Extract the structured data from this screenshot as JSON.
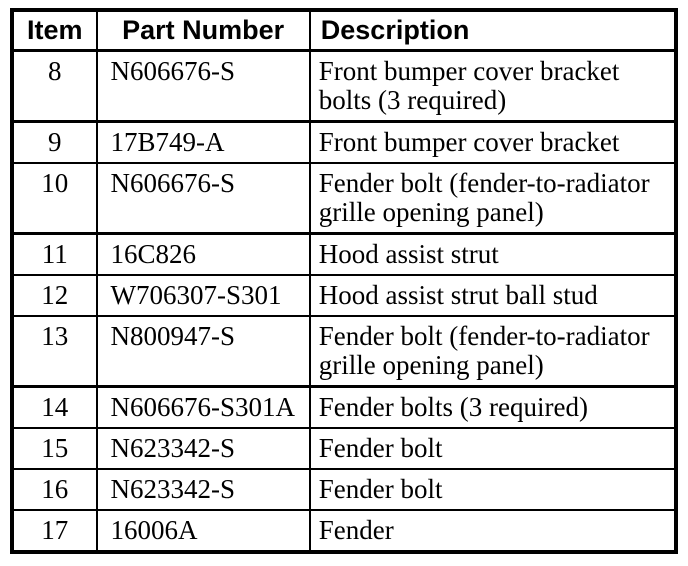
{
  "table": {
    "columns": [
      {
        "key": "item",
        "label": "Item"
      },
      {
        "key": "part_number",
        "label": "Part Number"
      },
      {
        "key": "description",
        "label": "Description"
      }
    ],
    "rows": [
      {
        "item": "8",
        "part_number": "N606676-S",
        "description": "Front bumper cover bracket bolts (3 required)"
      },
      {
        "item": "9",
        "part_number": "17B749-A",
        "description": "Front bumper cover bracket"
      },
      {
        "item": "10",
        "part_number": "N606676-S",
        "description": "Fender bolt (fender-to-radiator grille opening panel)"
      },
      {
        "item": "11",
        "part_number": "16C826",
        "description": "Hood assist strut"
      },
      {
        "item": "12",
        "part_number": "W706307-S301",
        "description": "Hood assist strut ball stud"
      },
      {
        "item": "13",
        "part_number": "N800947-S",
        "description": "Fender bolt (fender-to-radiator grille opening panel)"
      },
      {
        "item": "14",
        "part_number": "N606676-S301A",
        "description": "Fender bolts (3 required)"
      },
      {
        "item": "15",
        "part_number": "N623342-S",
        "description": "Fender bolt"
      },
      {
        "item": "16",
        "part_number": "N623342-S",
        "description": "Fender bolt"
      },
      {
        "item": "17",
        "part_number": "16006A",
        "description": "Fender"
      }
    ],
    "colors": {
      "border": "#000000",
      "text": "#000000",
      "background": "#ffffff"
    }
  }
}
